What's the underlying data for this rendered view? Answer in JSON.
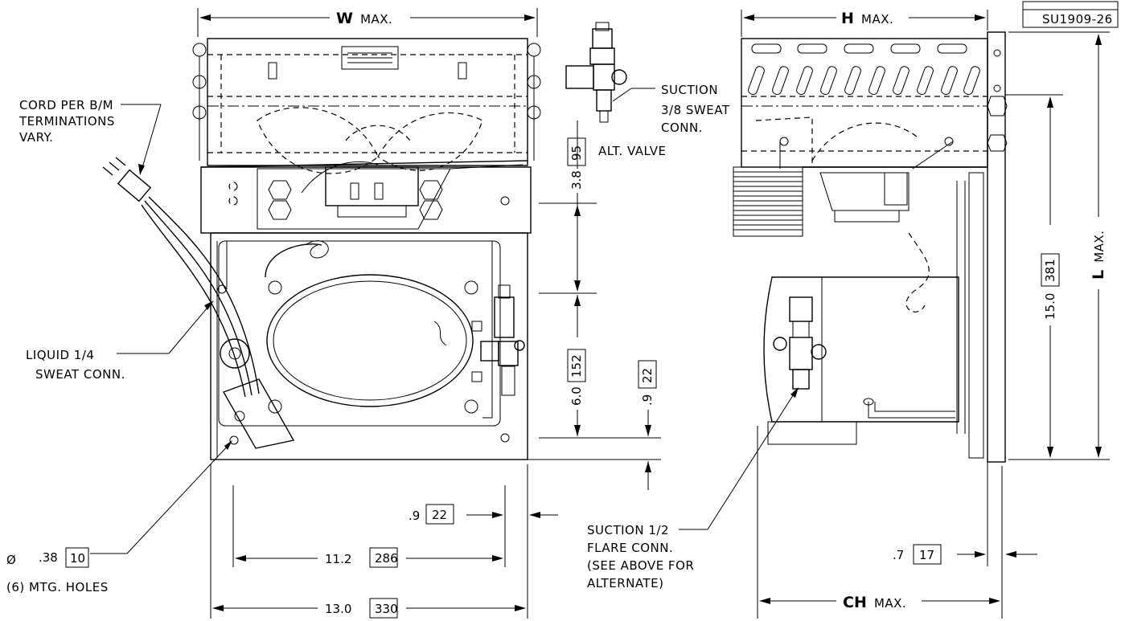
{
  "drawing_id": "SU1909-26",
  "dimensions": {
    "w_max": {
      "letter": "W",
      "suffix": "MAX."
    },
    "h_max": {
      "letter": "H",
      "suffix": "MAX."
    },
    "l_max": {
      "letter": "L",
      "suffix": "MAX."
    },
    "ch_max": {
      "letter": "CH",
      "suffix": "MAX."
    },
    "d_3_8": {
      "value": "3.8",
      "metric": "95"
    },
    "d_6_0": {
      "value": "6.0",
      "metric": "152"
    },
    "d_0_9_vert": {
      "value": ".9",
      "metric": "22"
    },
    "d_0_9_horiz": {
      "value": ".9",
      "metric": "22"
    },
    "d_11_2": {
      "value": "11.2",
      "metric": "286"
    },
    "d_13_0": {
      "value": "13.0",
      "metric": "330"
    },
    "d_15_0": {
      "value": "15.0",
      "metric": "381"
    },
    "d_0_7": {
      "value": ".7",
      "metric": "17"
    }
  },
  "callouts": {
    "cord": [
      "CORD PER B/M",
      "TERMINATIONS",
      "VARY."
    ],
    "suction_top": [
      "SUCTION",
      "3/8 SWEAT",
      "CONN."
    ],
    "alt_valve": "ALT. VALVE",
    "liquid": [
      "LIQUID 1/4",
      "SWEAT CONN."
    ],
    "holes": {
      "symbol": "Ø",
      "size": ".38",
      "metric": "10",
      "count_text": "(6) MTG. HOLES"
    },
    "suction_flare": [
      "SUCTION 1/2",
      "FLARE CONN.",
      "(SEE ABOVE FOR",
      "ALTERNATE)"
    ]
  }
}
